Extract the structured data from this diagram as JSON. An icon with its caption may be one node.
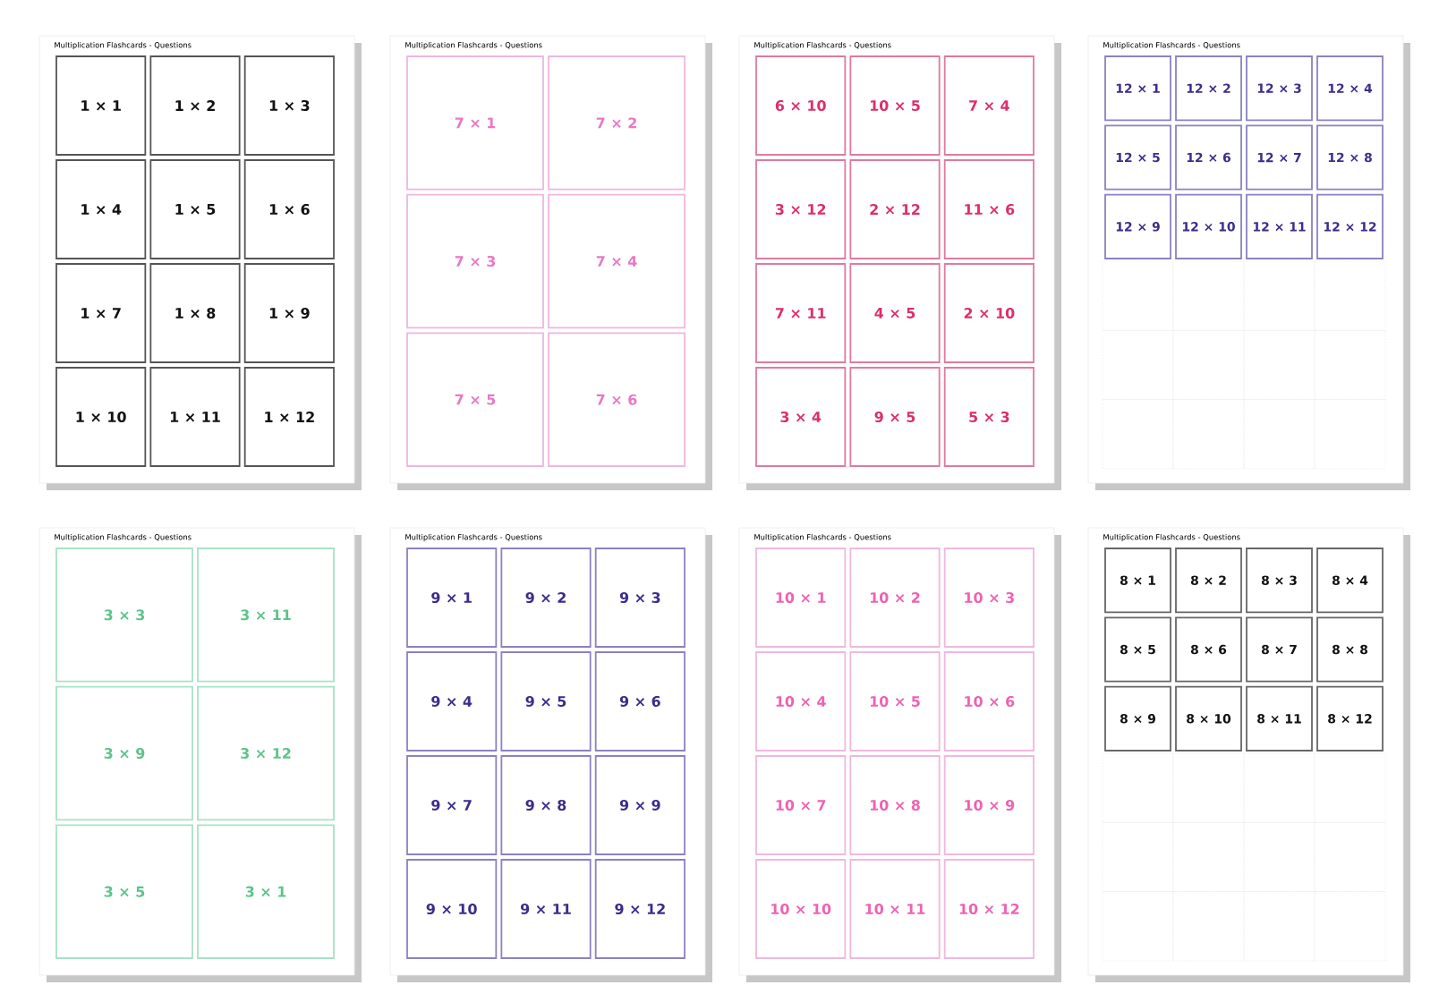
{
  "diagram": {
    "nodes": [
      {
        "text": [
          "Multiplication Flashcards - Questions"
        ]
      },
      {
        "text": [
          "1 × 1"
        ],
        "in": 0
      },
      {
        "text": [
          "1 × 2"
        ],
        "in": 0
      },
      {
        "text": [
          "1 × 3"
        ],
        "in": 0
      },
      {
        "text": [
          "1 × 4"
        ],
        "in": 0
      },
      {
        "text": [
          "1 × 5"
        ],
        "in": 0
      },
      {
        "text": [
          "1 × 6"
        ],
        "in": 0
      },
      {
        "text": [
          "1 × 7"
        ],
        "in": 0
      },
      {
        "text": [
          "1 × 8"
        ],
        "in": 0
      },
      {
        "text": [
          "1 × 9"
        ],
        "in": 0
      },
      {
        "text": [
          "1 × 10"
        ],
        "in": 0
      },
      {
        "text": [
          "1 × 11"
        ],
        "in": 0
      },
      {
        "text": [
          "1 × 12"
        ],
        "in": 0
      },
      {
        "text": [
          "Multiplication Flashcards - Questions"
        ]
      },
      {
        "text": [
          "7 × 1"
        ],
        "in": 13
      },
      {
        "text": [
          "7 × 2"
        ],
        "in": 13
      },
      {
        "text": [
          "7 × 3"
        ],
        "in": 13
      },
      {
        "text": [
          "7 × 4"
        ],
        "in": 13
      },
      {
        "text": [
          "7 × 5"
        ],
        "in": 13
      },
      {
        "text": [
          "7 × 6"
        ],
        "in": 13
      },
      {
        "text": [
          "Multiplication Flashcards - Questions"
        ]
      },
      {
        "text": [
          "6 × 10"
        ],
        "in": 20
      },
      {
        "text": [
          "10 × 5"
        ],
        "in": 20
      },
      {
        "text": [
          "7 × 4"
        ],
        "in": 20
      },
      {
        "text": [
          "3 × 12"
        ],
        "in": 20
      },
      {
        "text": [
          "2 × 12"
        ],
        "in": 20
      },
      {
        "text": [
          "11 × 6"
        ],
        "in": 20
      },
      {
        "text": [
          "7 × 11"
        ],
        "in": 20
      },
      {
        "text": [
          "4 × 5"
        ],
        "in": 20
      },
      {
        "text": [
          "2 × 10"
        ],
        "in": 20
      },
      {
        "text": [
          "3 × 4"
        ],
        "in": 20
      },
      {
        "text": [
          "9 × 5"
        ],
        "in": 20
      },
      {
        "text": [
          "5 × 3"
        ],
        "in": 20
      },
      {
        "text": [
          "Multiplication Flashcards - Questions"
        ]
      },
      {
        "text": [
          "12 × 1"
        ],
        "in": 33
      },
      {
        "text": [
          "12 × 2"
        ],
        "in": 33
      },
      {
        "text": [
          "12 × 3"
        ],
        "in": 33
      },
      {
        "text": [
          "12 × 4"
        ],
        "in": 33
      },
      {
        "text": [
          "12 × 5"
        ],
        "in": 33
      },
      {
        "text": [
          "12 × 6"
        ],
        "in": 33
      },
      {
        "text": [
          "12 × 7"
        ],
        "in": 33
      },
      {
        "text": [
          "12 × 8"
        ],
        "in": 33
      },
      {
        "text": [
          "12 × 9"
        ],
        "in": 33
      },
      {
        "text": [
          "12 × 10"
        ],
        "in": 33
      },
      {
        "text": [
          "12 × 11"
        ],
        "in": 33
      },
      {
        "text": [
          "12 × 12"
        ],
        "in": 33
      },
      {
        "text": [
          "Multiplication Flashcards - Questions"
        ]
      },
      {
        "text": [
          "3 × 3"
        ],
        "in": 46
      },
      {
        "text": [
          "3 × 11"
        ],
        "in": 46
      },
      {
        "text": [
          "3 × 9"
        ],
        "in": 46
      },
      {
        "text": [
          "3 × 12"
        ],
        "in": 46
      },
      {
        "text": [
          "3 × 5"
        ],
        "in": 46
      },
      {
        "text": [
          "3 × 1"
        ],
        "in": 46
      },
      {
        "text": [
          "Multiplication Flashcards - Questions"
        ]
      },
      {
        "text": [
          "9 × 1"
        ],
        "in": 53
      },
      {
        "text": [
          "9 × 2"
        ],
        "in": 53
      },
      {
        "text": [
          "9 × 3"
        ],
        "in": 53
      },
      {
        "text": [
          "9 × 4"
        ],
        "in": 53
      },
      {
        "text": [
          "9 × 5"
        ],
        "in": 53
      },
      {
        "text": [
          "9 × 6"
        ],
        "in": 53
      },
      {
        "text": [
          "9 × 7"
        ],
        "in": 53
      },
      {
        "text": [
          "9 × 8"
        ],
        "in": 53
      },
      {
        "text": [
          "9 × 9"
        ],
        "in": 53
      },
      {
        "text": [
          "9 × 10"
        ],
        "in": 53
      },
      {
        "text": [
          "9 × 11"
        ],
        "in": 53
      },
      {
        "text": [
          "9 × 12"
        ],
        "in": 53
      },
      {
        "text": [
          "Multiplication Flashcards - Questions"
        ]
      },
      {
        "text": [
          "10 × 1"
        ],
        "in": 66
      },
      {
        "text": [
          "10 × 2"
        ],
        "in": 66
      },
      {
        "text": [
          "10 × 3"
        ],
        "in": 66
      },
      {
        "text": [
          "10 × 4"
        ],
        "in": 66
      },
      {
        "text": [
          "10 × 5"
        ],
        "in": 66
      },
      {
        "text": [
          "10 × 6"
        ],
        "in": 66
      },
      {
        "text": [
          "10 × 7"
        ],
        "in": 66
      },
      {
        "text": [
          "10 × 8"
        ],
        "in": 66
      },
      {
        "text": [
          "10 × 9"
        ],
        "in": 66
      },
      {
        "text": [
          "10 × 10"
        ],
        "in": 66
      },
      {
        "text": [
          "10 × 11"
        ],
        "in": 66
      },
      {
        "text": [
          "10 × 12"
        ],
        "in": 66
      },
      {
        "text": [
          "Multiplication Flashcards - Questions"
        ]
      },
      {
        "text": [
          "8 × 1"
        ],
        "in": 79
      },
      {
        "text": [
          "8 × 2"
        ],
        "in": 79
      },
      {
        "text": [
          "8 × 3"
        ],
        "in": 79
      },
      {
        "text": [
          "8 × 4"
        ],
        "in": 79
      },
      {
        "text": [
          "8 × 5"
        ],
        "in": 79
      },
      {
        "text": [
          "8 × 6"
        ],
        "in": 79
      },
      {
        "text": [
          "8 × 7"
        ],
        "in": 79
      },
      {
        "text": [
          "8 × 8"
        ],
        "in": 79
      },
      {
        "text": [
          "8 × 9"
        ],
        "in": 79
      },
      {
        "text": [
          "8 × 10"
        ],
        "in": 79
      },
      {
        "text": [
          "8 × 11"
        ],
        "in": 79
      },
      {
        "text": [
          "8 × 12"
        ],
        "in": 79
      }
    ]
  }
}
